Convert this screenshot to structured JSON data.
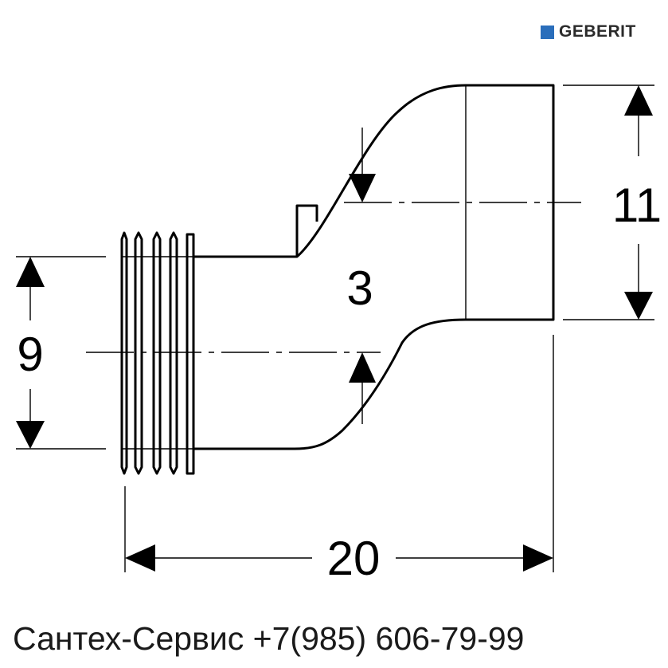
{
  "brand": {
    "name": "GEBERIT",
    "color": "#2a6ebb"
  },
  "dimensions": {
    "inlet_height": "9",
    "outlet_height": "11",
    "offset": "3",
    "length": "20"
  },
  "footer": {
    "text": "Сантех-Сервис +7(985) 606-79-99"
  }
}
